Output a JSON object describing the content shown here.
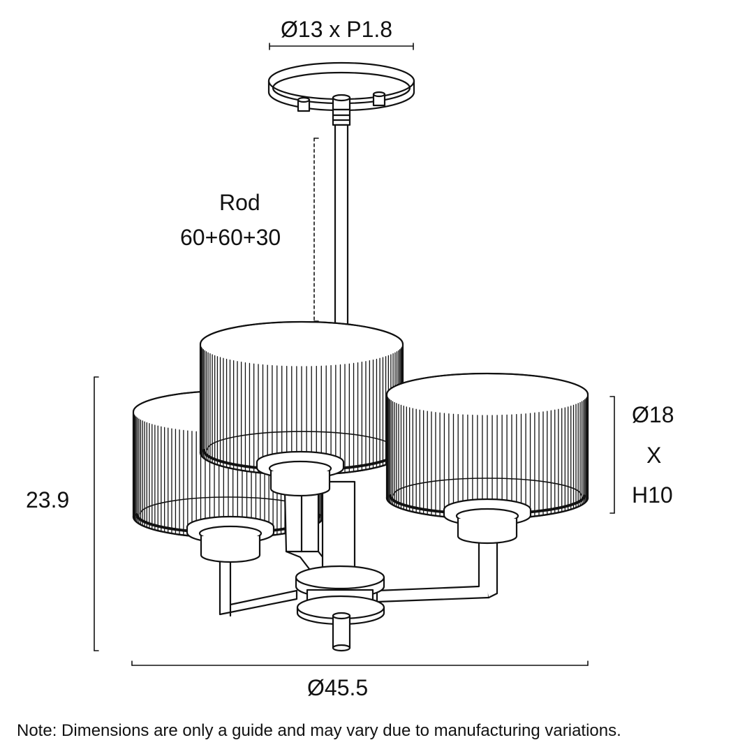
{
  "dimensions": {
    "canopy": "Ø13 x P1.8",
    "rod_title": "Rod",
    "rod_value": "60+60+30",
    "height": "23.9",
    "shade_diameter": "Ø18",
    "shade_x": "X",
    "shade_height": "H10",
    "overall_diameter": "Ø45.5"
  },
  "note": "Note: Dimensions are only a guide and may vary due to manufacturing variations."
}
